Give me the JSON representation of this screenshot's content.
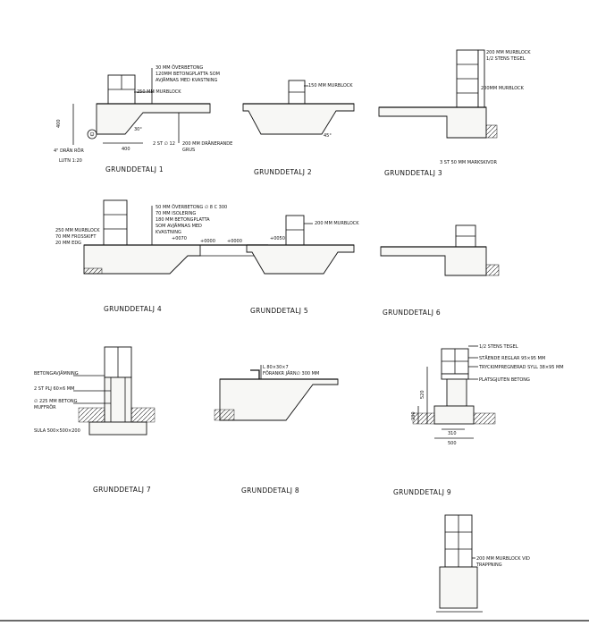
{
  "details": [
    {
      "title": "GRUNDDETALJ 1",
      "notes": [
        "30 MM ÖVERBETONG",
        "120MM BETONGPLATTA SOM",
        "AVJÄMNAS MED KVASTNING",
        "250 MM MURBLOCK",
        "2 ST ∅ 12",
        "200 MM DRÄNERANDE",
        "GRUS",
        "4\" DRÄN RÖR",
        "LUTN 1:20"
      ],
      "dims": [
        "400",
        "400",
        "30°"
      ]
    },
    {
      "title": "GRUNDDETALJ 2",
      "notes": [
        "150 MM MURBLOCK"
      ],
      "dims": [
        "45°"
      ]
    },
    {
      "title": "GRUNDDETALJ 3",
      "notes": [
        "200 MM MURBLOCK",
        "1/2 STENS TEGEL",
        "200MM MURBLOCK",
        "3 ST 50 MM MARKSKIVOR"
      ],
      "dims": []
    },
    {
      "title": "GRUNDDETALJ 4",
      "notes": [
        "50 MM ÖVERBETONG ∅ 8 C 300",
        "70 MM ISOLERING",
        "180 MM BETONGPLATTA",
        "SOM AVJÄMNAS MED",
        "KVASTNING",
        "250 MM MURBLOCK",
        "70 MM FROSSKIFT",
        "20 MM EDG"
      ],
      "dims": [
        "+0070",
        "+0000",
        "+0000"
      ]
    },
    {
      "title": "GRUNDDETALJ 5",
      "notes": [
        "200 MM MURBLOCK"
      ],
      "dims": [
        "+0050"
      ]
    },
    {
      "title": "GRUNDDETALJ 6",
      "notes": [],
      "dims": []
    },
    {
      "title": "GRUNDDETALJ 7",
      "notes": [
        "BETONGAVJÄMNING",
        "2 ST PLJ 60×6 MM",
        "∅ 225 MM BETONG",
        "MUFFRÖR",
        "SULA 500×500×200"
      ],
      "dims": []
    },
    {
      "title": "GRUNDDETALJ 8",
      "notes": [
        "L 80×30×7",
        "FÖRANKR JÄRN∅ 300 MM"
      ],
      "dims": []
    },
    {
      "title": "GRUNDDETALJ 9",
      "notes": [
        "1/2 STENS TEGEL",
        "STÅENDE REGLAR 95×95 MM",
        "TRYCKIMPREGNERAD SYLL 38×95 MM",
        "PLATSGJUTEN BETONG"
      ],
      "dims": [
        "520",
        "230",
        "310",
        "500"
      ]
    },
    {
      "title": "",
      "notes": [
        "200 MM MURBLOCK VID",
        "TRAPPNING"
      ],
      "dims": []
    }
  ]
}
